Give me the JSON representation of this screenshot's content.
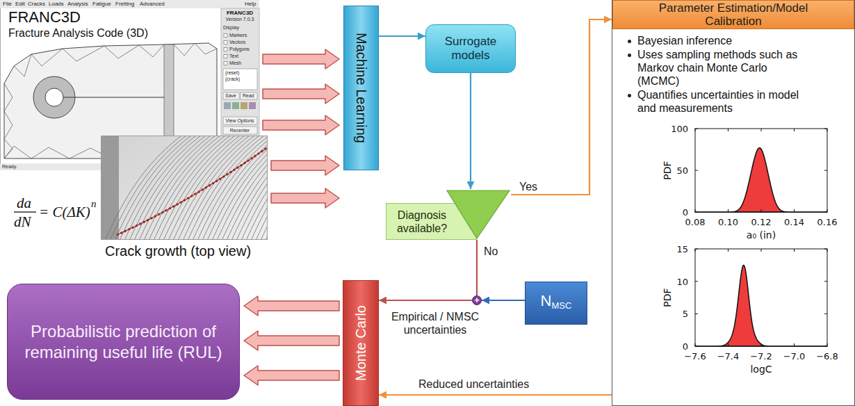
{
  "diagram": {
    "nodes": [
      {
        "text": [
          "FRANC3D",
          "Fracture Analysis Code (3D)"
        ]
      },
      {
        "text": [
          "Crack growth (top view)"
        ]
      },
      {
        "text": [
          "Machine Learning"
        ]
      },
      {
        "text": [
          "Surrogate models"
        ]
      },
      {
        "text": [
          "Diagnosis available?"
        ]
      },
      {
        "text": [
          "Parameter Estimation/Model Calibration",
          "Bayesian inference",
          "Uses sampling methods such as Markov chain Monte Carlo (MCMC)",
          "Quantifies uncertainties in model and measurements"
        ]
      },
      {
        "text": [
          "+"
        ]
      },
      {
        "text": [
          "N",
          "MSC"
        ]
      },
      {
        "text": [
          "Monte Carlo"
        ]
      },
      {
        "text": [
          "Probabilistic prediction of remaining useful life (RUL)"
        ]
      }
    ],
    "edges": [
      {
        "from": 0,
        "to": 2,
        "arrow": "to"
      },
      {
        "from": 0,
        "to": 2,
        "arrow": "to"
      },
      {
        "from": 0,
        "to": 2,
        "arrow": "to"
      },
      {
        "from": 1,
        "to": 2,
        "arrow": "to"
      },
      {
        "from": 1,
        "to": 2,
        "arrow": "to"
      },
      {
        "from": 2,
        "to": 3,
        "arrow": "to"
      },
      {
        "from": 3,
        "to": 4,
        "arrow": "to"
      },
      {
        "from": 4,
        "to": 5,
        "label": "Yes",
        "arrow": "to"
      },
      {
        "from": 4,
        "to": 6,
        "label": "No",
        "arrow": "none"
      },
      {
        "from": 7,
        "to": 6,
        "arrow": "to"
      },
      {
        "from": 6,
        "to": 8,
        "label": "Empirical / NMSC uncertainties",
        "arrow": "to"
      },
      {
        "from": 5,
        "to": 8,
        "label": "Reduced uncertainties",
        "arrow": "to"
      },
      {
        "from": 8,
        "to": 9,
        "arrow": "to"
      },
      {
        "from": 8,
        "to": 9,
        "arrow": "to"
      },
      {
        "from": 8,
        "to": 9,
        "arrow": "to"
      }
    ],
    "labels": [
      "File",
      "Edit",
      "Cracks",
      "Loads",
      "Analysis",
      "Fatigue",
      "Fretting",
      "Advanced",
      "Help",
      "FRANC3D",
      "Version 7.0.3",
      "Display",
      "Markers",
      "Vectors",
      "Polygons",
      "Text",
      "Mesh",
      "(reset)",
      "(crack)",
      "Save",
      "Read",
      "View Options",
      "Recenter",
      "Ready.",
      "da",
      "dN",
      "= C(ΔK)",
      "n",
      "PDF",
      "100",
      "50",
      "0",
      "0.08",
      "0.10",
      "0.12",
      "0.14",
      "0.16",
      "a₀ (in)",
      "PDF",
      "15",
      "10",
      "5",
      "0",
      "−7.6",
      "−7.4",
      "−7.2",
      "−7.0",
      "−6.8",
      "logC"
    ]
  }
}
